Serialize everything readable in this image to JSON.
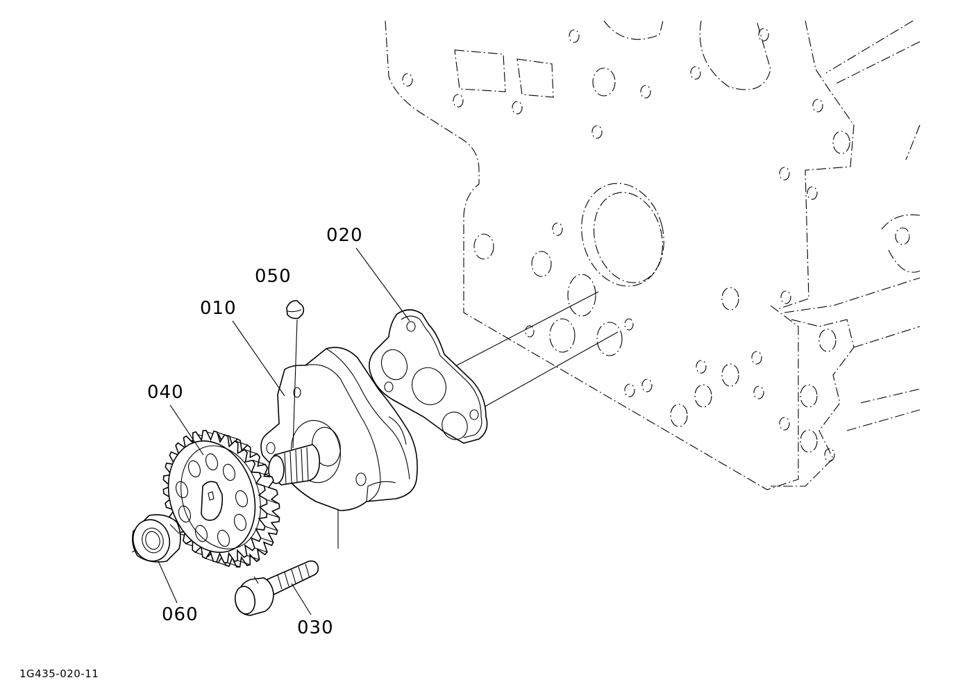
{
  "callouts": {
    "p010": "010",
    "p020": "020",
    "p030": "030",
    "p040": "040",
    "p050": "050",
    "p060": "060"
  },
  "figure_ref": "1G435-020-11",
  "parts": {
    "p010_icon": "oil-pump-body-icon",
    "p020_icon": "gasket-icon",
    "p030_icon": "bolt-icon",
    "p040_icon": "gear-icon",
    "p050_icon": "key-icon",
    "p060_icon": "nut-icon"
  }
}
